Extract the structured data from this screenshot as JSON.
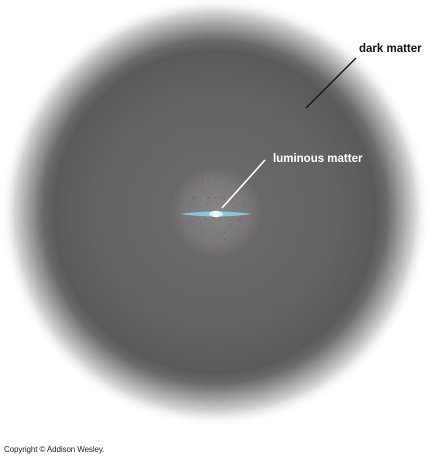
{
  "labels": {
    "dark_matter": "dark matter",
    "luminous_matter": "luminous matter"
  },
  "copyright": "Copyright © Addison Wesley.",
  "colors": {
    "halo_core": "#6e6e6e",
    "halo_edge": "#ffffff",
    "galaxy_disk": "#9fd6f2",
    "stars": "#a05060",
    "dark_label_text": "#111111",
    "luminous_label_text": "#ffffff"
  }
}
